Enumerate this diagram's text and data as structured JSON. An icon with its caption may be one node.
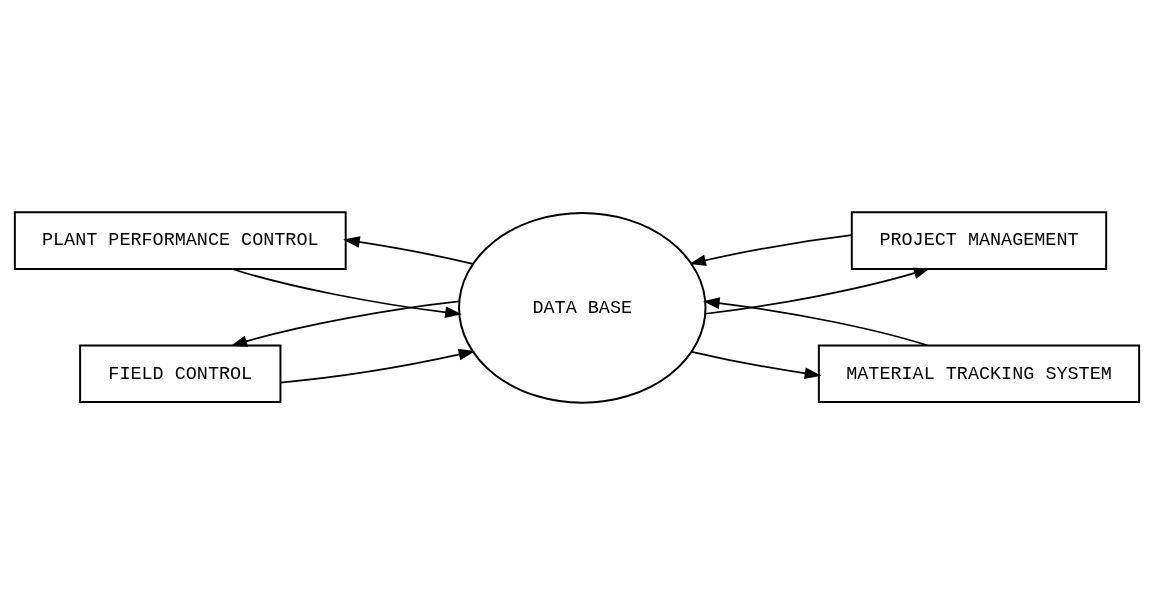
{
  "diagram": {
    "nodes": [
      {
        "text": [
          "PROJECT MANAGEMENT"
        ]
      },
      {
        "text": [
          "PLANT PERFORMANCE CONTROL"
        ]
      },
      {
        "text": [
          "DATA BASE"
        ]
      },
      {
        "text": [
          "MATERIAL TRACKING SYSTEM"
        ]
      },
      {
        "text": [
          "FIELD CONTROL"
        ]
      }
    ],
    "edges": [
      {
        "from": 2,
        "to": 0,
        "arrow": "to"
      },
      {
        "from": 0,
        "to": 2,
        "arrow": "to"
      },
      {
        "from": 2,
        "to": 1,
        "arrow": "to"
      },
      {
        "from": 1,
        "to": 2,
        "arrow": "to"
      },
      {
        "from": 2,
        "to": 3,
        "arrow": "to"
      },
      {
        "from": 3,
        "to": 2,
        "arrow": "to"
      },
      {
        "from": 2,
        "to": 4,
        "arrow": "to"
      },
      {
        "from": 4,
        "to": 2,
        "arrow": "to"
      }
    ]
  }
}
